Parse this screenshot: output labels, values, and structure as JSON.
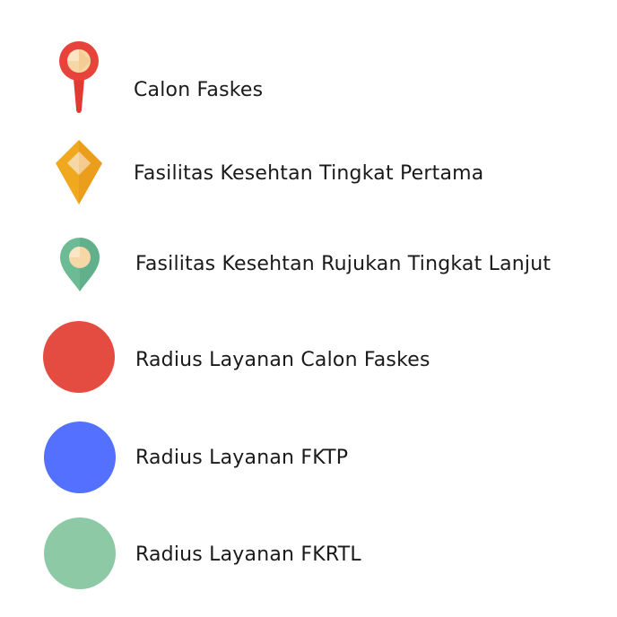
{
  "legend": {
    "items": [
      {
        "label": "Calon Faskes",
        "icon": "red-map-pin-icon",
        "color": "#e8433a"
      },
      {
        "label": "Fasilitas Kesehtan Tingkat Pertama",
        "icon": "yellow-diamond-pin-icon",
        "color": "#f0a81e"
      },
      {
        "label": "Fasilitas Kesehtan Rujukan Tingkat Lanjut",
        "icon": "green-map-pin-icon",
        "color": "#6dbb95"
      },
      {
        "label": "Radius Layanan Calon Faskes",
        "icon": "red-circle-swatch",
        "color": "#e54c41"
      },
      {
        "label": "Radius Layanan FKTP",
        "icon": "blue-circle-swatch",
        "color": "#5470ff"
      },
      {
        "label": "Radius Layanan FKRTL",
        "icon": "green-circle-swatch",
        "color": "#8ec9a6"
      }
    ]
  }
}
